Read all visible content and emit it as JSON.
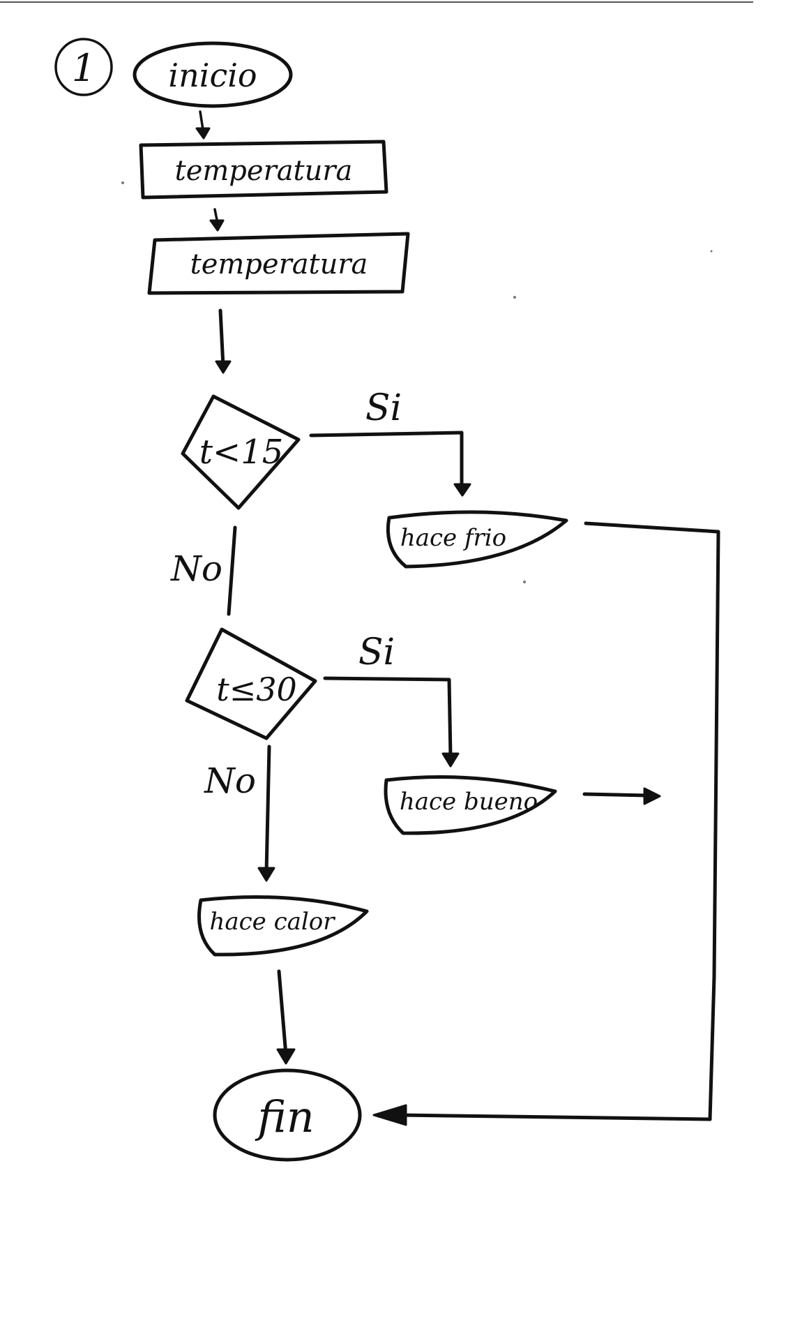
{
  "diagram": {
    "step_number": "1",
    "nodes": {
      "start": "inicio",
      "input1": "temperatura",
      "input2": "temperatura",
      "decision1": "t<15",
      "output_cold": "hace frio",
      "decision2": "t≤30",
      "output_good": "hace bueno",
      "output_hot": "hace calor",
      "end": "fin"
    },
    "edges": {
      "yes1": "Si",
      "no1": "No",
      "yes2": "Si",
      "no2": "No"
    },
    "ink_color": "#111111"
  }
}
